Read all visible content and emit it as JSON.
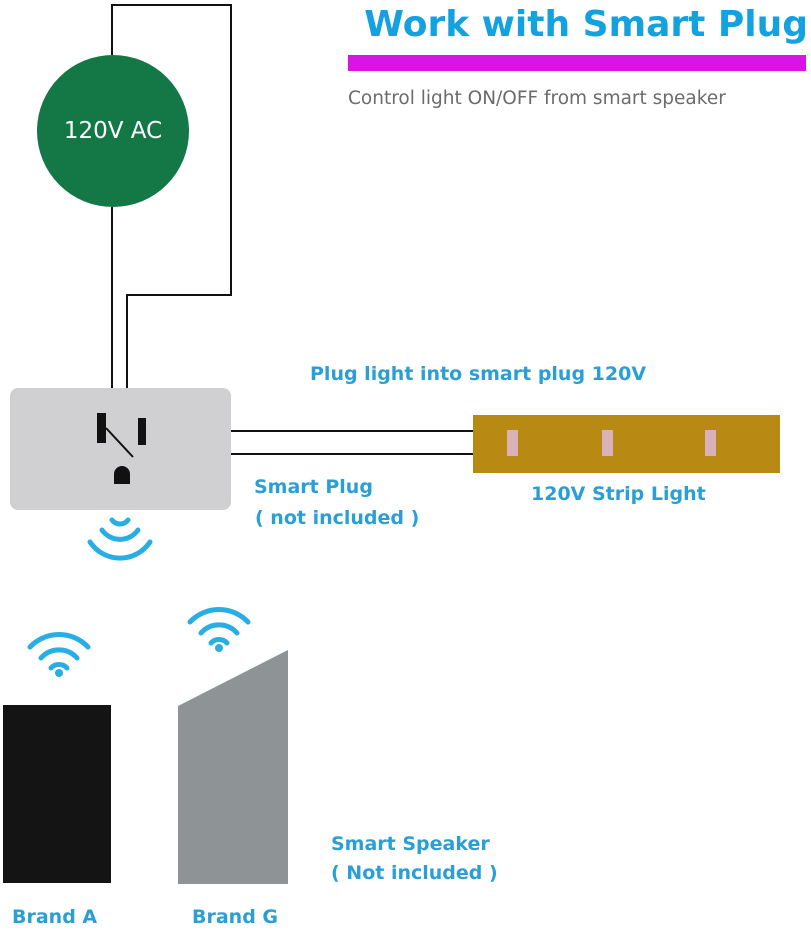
{
  "header": {
    "title": "Work with Smart Plug",
    "subtitle": "Control light ON/OFF from smart speaker"
  },
  "power_source": {
    "label": "120V AC"
  },
  "instruction": {
    "label": "Plug light into smart plug 120V"
  },
  "smart_plug": {
    "label": "Smart Plug",
    "note": "( not included )"
  },
  "strip_light": {
    "label": "120V Strip Light"
  },
  "smart_speaker": {
    "label": "Smart Speaker",
    "note": "( Not included )"
  },
  "brands": {
    "a": "Brand A",
    "g": "Brand G"
  },
  "icons": {
    "wifi_plug": "wifi-signal-icon",
    "wifi_brand_a": "wifi-signal-icon",
    "wifi_brand_g": "wifi-signal-icon"
  },
  "colors": {
    "title": "#13a1df",
    "title_bar": "#d814e6",
    "subtitle": "#6b6b6b",
    "label": "#2a9fd6",
    "source": "#137845",
    "plug_box": "#d0d0d2",
    "strip": "#b88913",
    "led": "#d8b2b8",
    "wifi": "#28aee4",
    "speaker_a": "#141414",
    "speaker_g": "#8e9396",
    "wire": "#111111"
  }
}
